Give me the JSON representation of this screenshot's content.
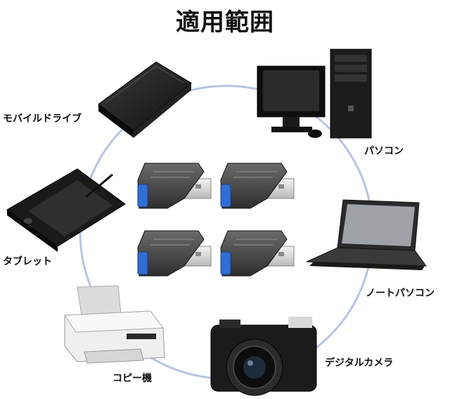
{
  "title": "適用範囲",
  "devices": {
    "mobile_drive": "モバイルドライブ",
    "pc": "パソコン",
    "tablet": "タブレット",
    "note_pc": "ノートパソコン",
    "copier": "コピー機",
    "camera": "デジタルカメラ"
  },
  "colors": {
    "circle": "#b7c4e6",
    "adapter_body": "#4a4a4a",
    "usb_blue": "#2f6fd6",
    "metal": "#e2e2e2"
  }
}
